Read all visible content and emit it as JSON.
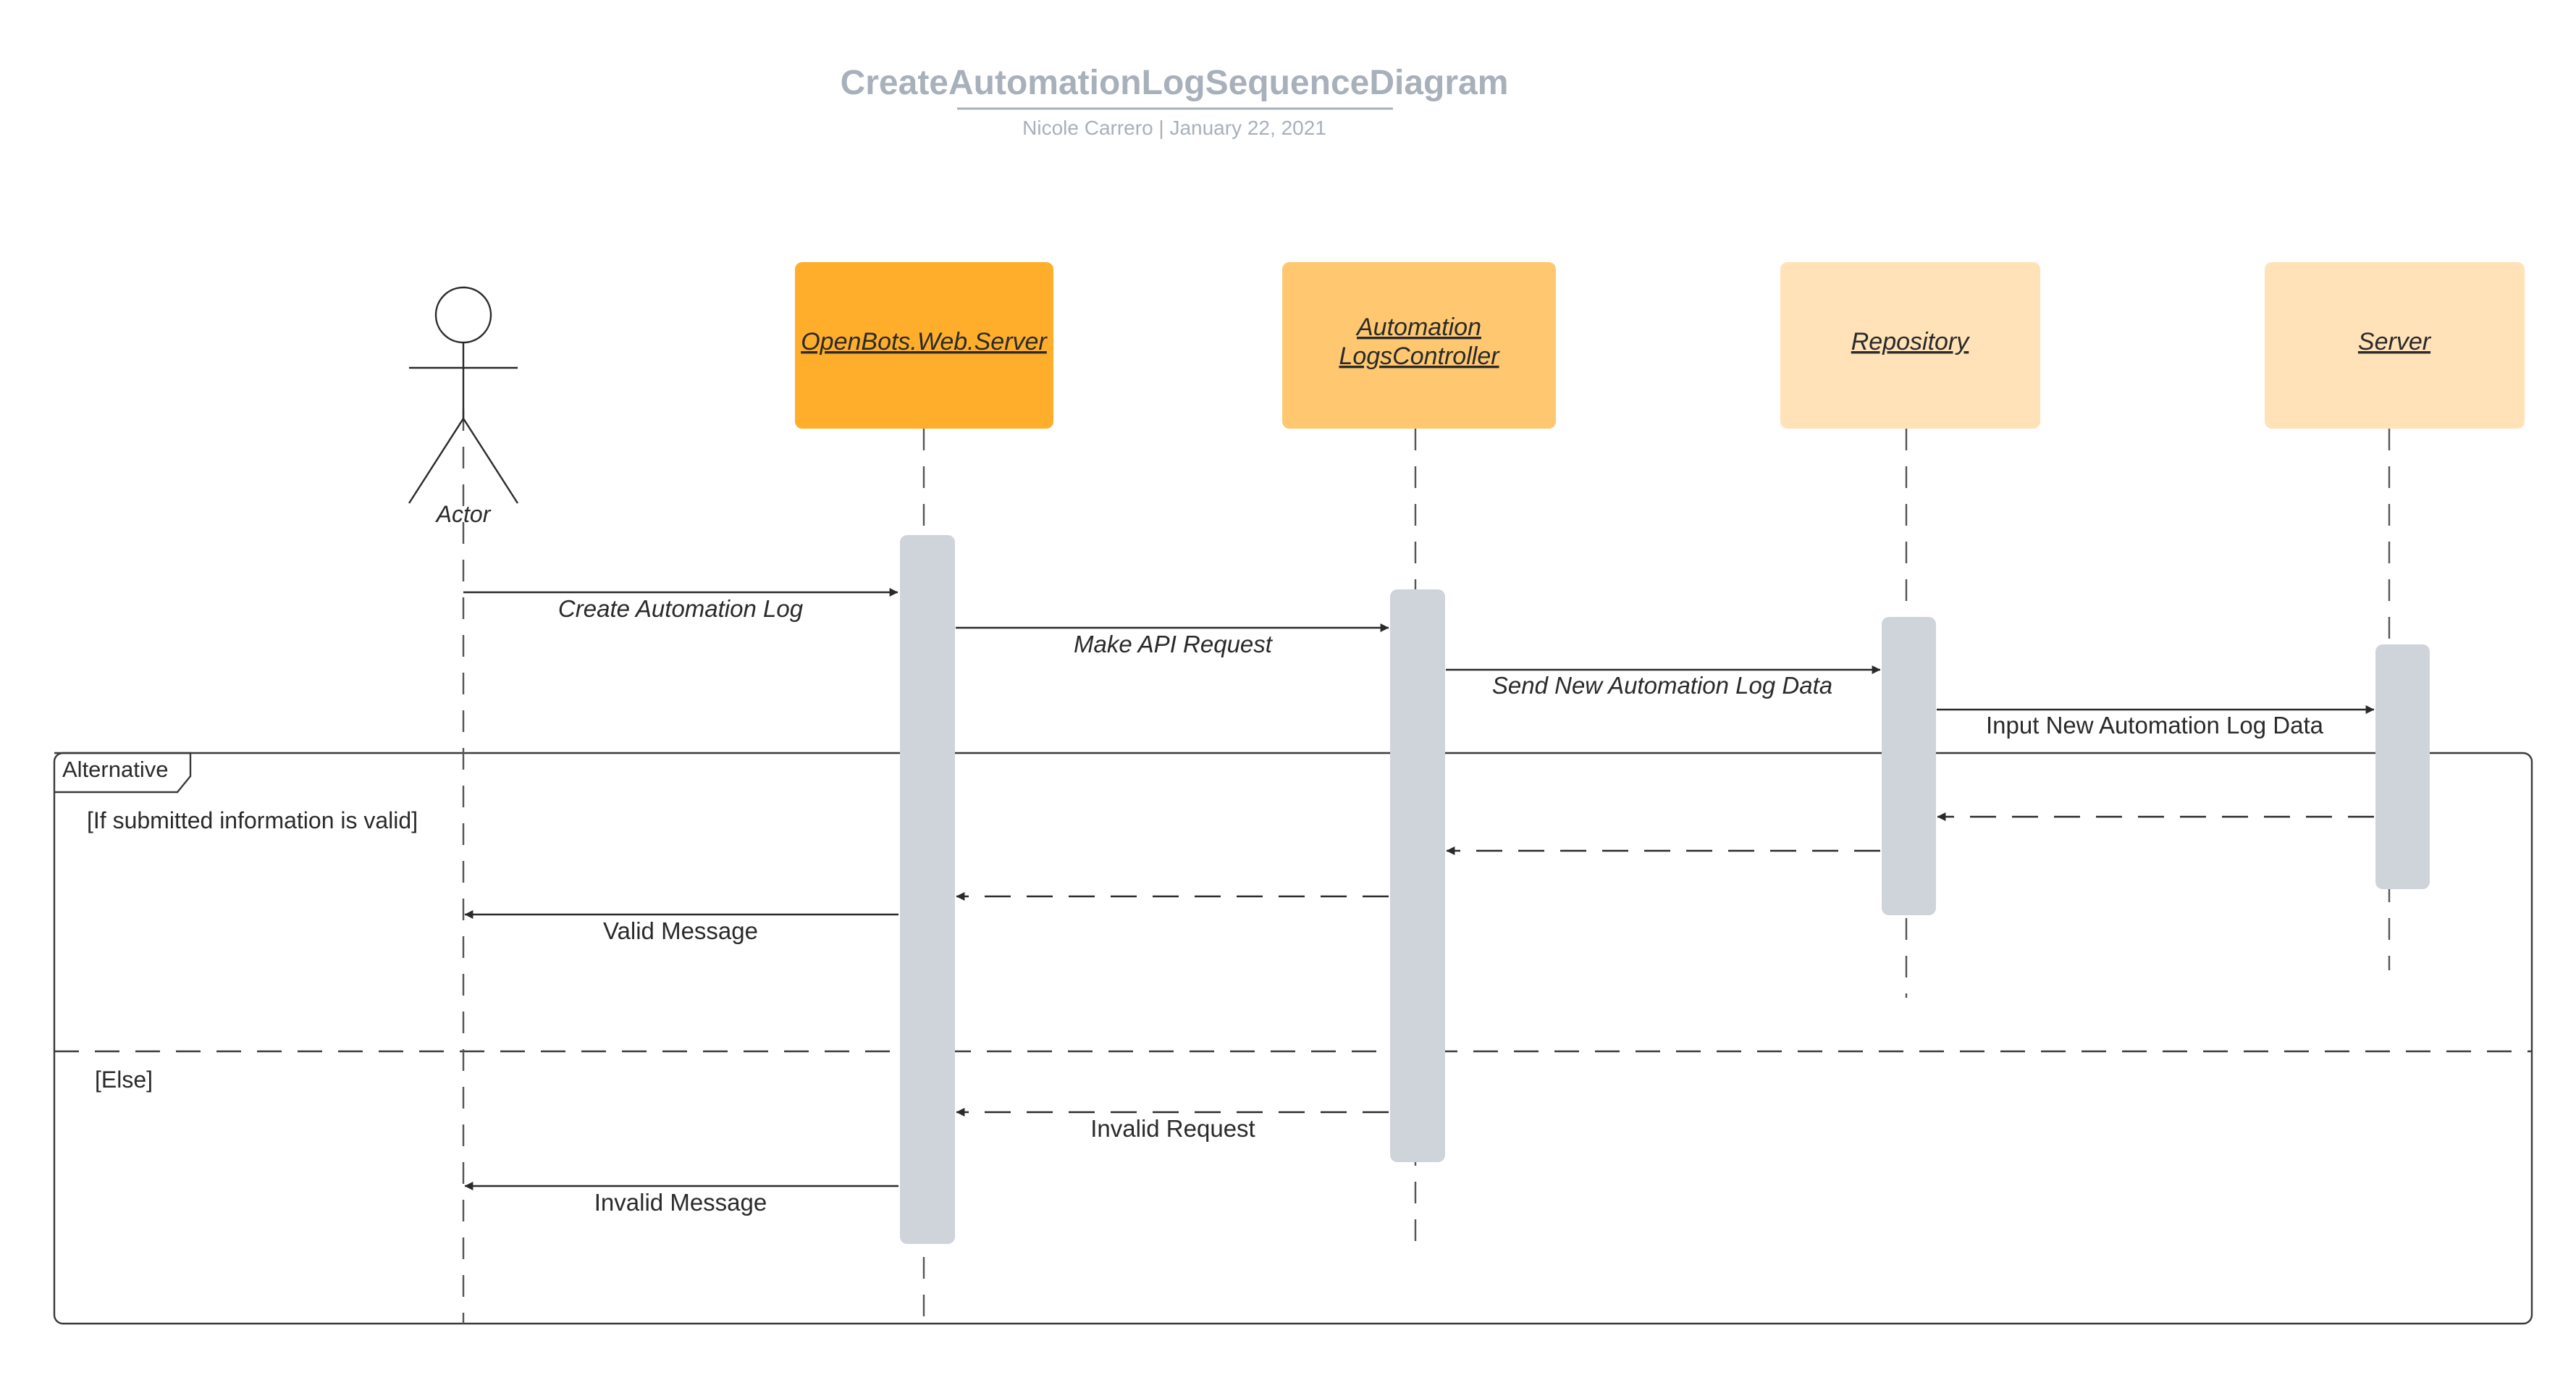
{
  "diagram": {
    "title": "CreateAutomationLogSequenceDiagram",
    "subtitle": "Nicole Carrero  |  January 22, 2021",
    "actor": {
      "label": "Actor"
    },
    "participants": [
      {
        "id": "web",
        "line1": "OpenBots.Web.Server",
        "line2": "",
        "color": "#ffae2b"
      },
      {
        "id": "ctrl",
        "line1": "Automation",
        "line2": "LogsController",
        "color": "#ffc870"
      },
      {
        "id": "repo",
        "line1": "Repository",
        "line2": "",
        "color": "#ffe2b8"
      },
      {
        "id": "server",
        "line1": "Server",
        "line2": "",
        "color": "#ffe2b8"
      }
    ],
    "messages": {
      "m1": "Create Automation Log",
      "m2": "Make API Request",
      "m3": "Send New Automation Log Data",
      "m4": "Input New Automation Log Data",
      "m5": "Valid Message",
      "m6": "Invalid Request",
      "m7": "Invalid Message"
    },
    "fragment": {
      "label": "Alternative",
      "guard_if": "[If submitted information is valid]",
      "guard_else": "[Else]"
    }
  }
}
